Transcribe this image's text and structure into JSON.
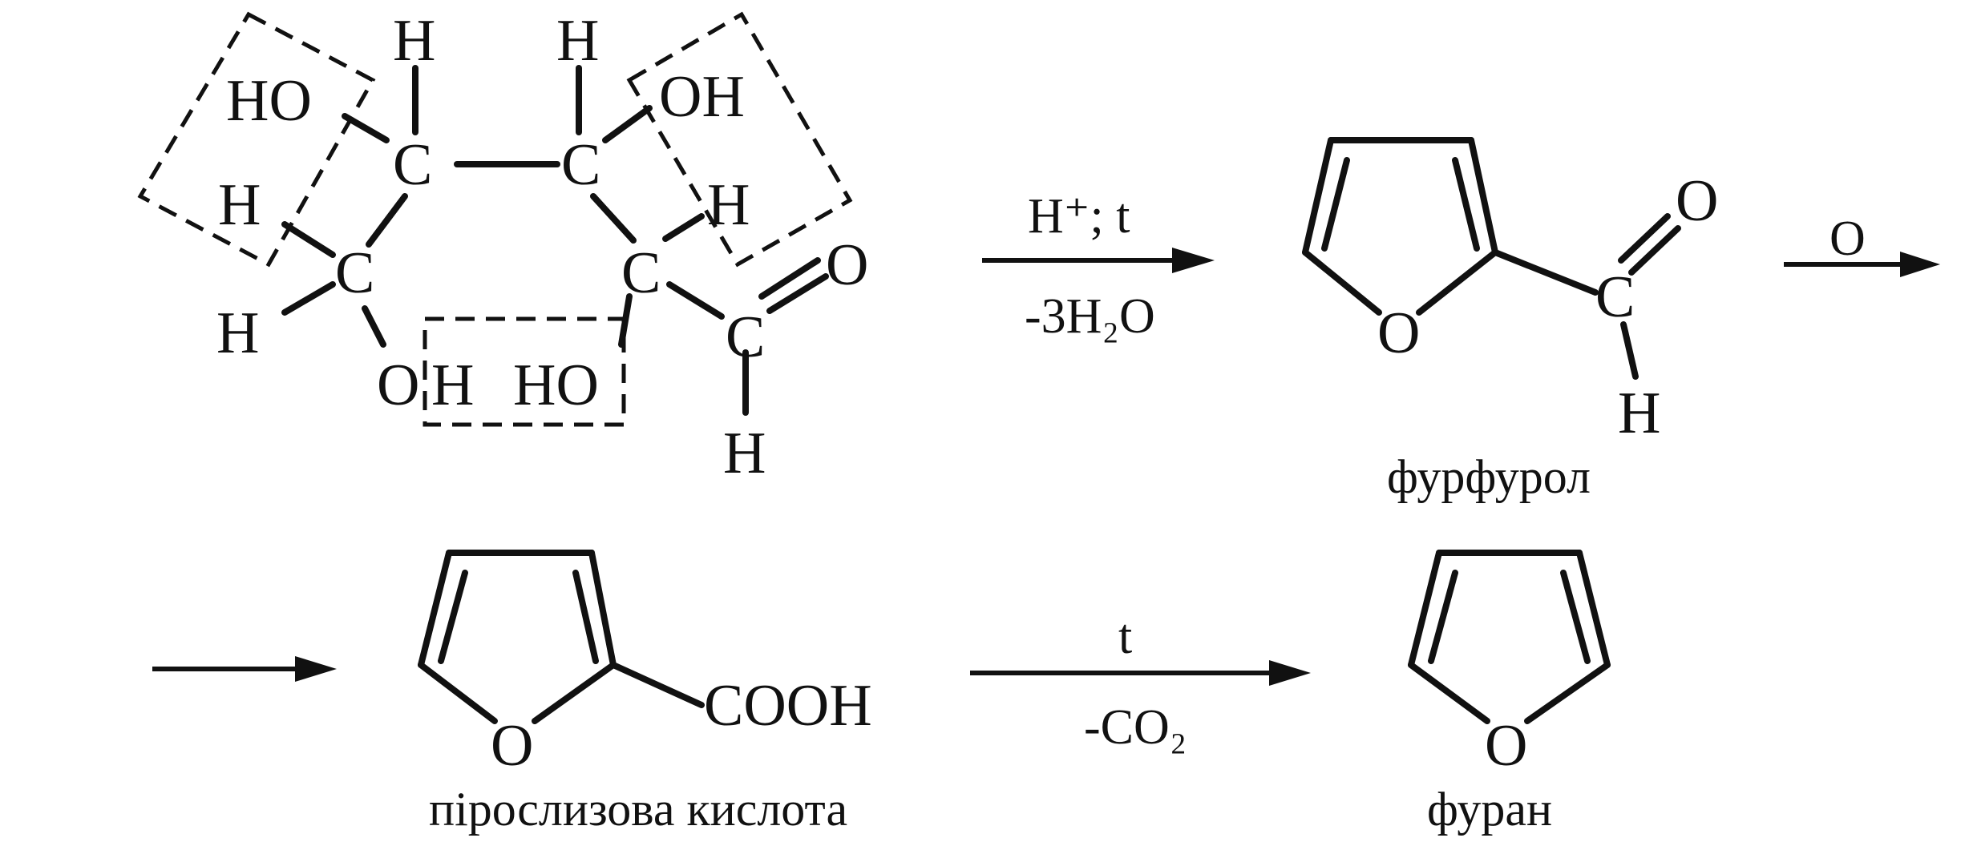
{
  "pentose": {
    "ho_left": "HO",
    "h_top_left": "H",
    "h_top_right": "H",
    "oh_right": "OH",
    "c1": "C",
    "c2": "C",
    "c3": "C",
    "c4": "C",
    "c5": "C",
    "h_mid_left": "H",
    "h_low_left": "H",
    "h_mid_right": "H",
    "o_ring": "O",
    "h_box": "H",
    "ho_box": "HO",
    "o_aldehyde": "O",
    "h_aldehyde": "H"
  },
  "reaction1": {
    "above": "H⁺; t",
    "below": "-3H₂O"
  },
  "furfural": {
    "ring_o": "O",
    "o_carbonyl": "O",
    "c_carbonyl": "C",
    "h_carbonyl": "H",
    "name": "фурфурол"
  },
  "reaction2": {
    "above": "O"
  },
  "pyromucic": {
    "ring_o": "O",
    "cooh": "COOH",
    "name": "пірослизова кислота"
  },
  "reaction3": {
    "above": "t",
    "below": "-CO₂"
  },
  "furan": {
    "ring_o": "O",
    "name": "фуран"
  }
}
